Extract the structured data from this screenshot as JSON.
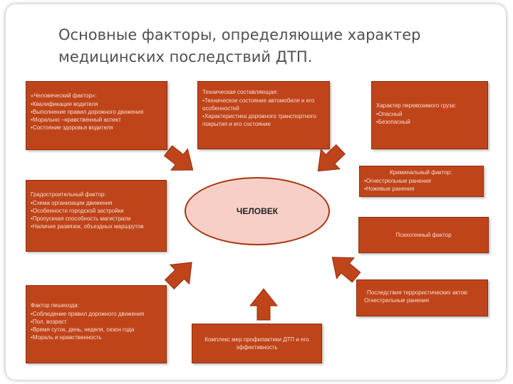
{
  "title": "Основные факторы, определяющие характер медицинских последствий ДТП.",
  "center": "ЧЕЛОВЕК",
  "boxes": {
    "human": {
      "header": "«Человеческий фактор»:",
      "items": [
        "Квалификация водителя",
        "Выполнение правил дорожного движения",
        "Морально –нравственный аспект",
        "Состояние здоровья водителя"
      ]
    },
    "technical": {
      "header": "Техническая составляющая:",
      "items": [
        "Техническое состояние автомобиля и его особенностей",
        "Характеристика дорожного транспортного покрытия и его состояние"
      ]
    },
    "cargo": {
      "header": "Характер перевозимого груза:",
      "items": [
        "Опасный",
        "Безопасный"
      ]
    },
    "criminal": {
      "header": "Криминальный фактор:",
      "items": [
        "Огнестрельные ранения",
        "Ножевые ранения"
      ]
    },
    "urban": {
      "header": "Градостроительный фактор:",
      "items": [
        "Схема организации движения",
        "Особенности городской застройки",
        "Пропускная способность магистрали",
        "Наличие развязок, объездных маршрутов"
      ]
    },
    "psycho": {
      "header": "Психогенный фактор"
    },
    "terror": {
      "header": "Последствия террористических актов:",
      "line2": "Огнестрельные ранения"
    },
    "pedestrian": {
      "header": "Фактор пешехода:",
      "items": [
        "Соблюдение правил дорожного движения",
        "Пол, возраст",
        "Время суток, день, неделя, сезон года",
        "Мораль и нравственность"
      ]
    },
    "complex": {
      "header": "Комплекс мер профилактики ДТП и его эффективность"
    }
  },
  "colors": {
    "box_fill": "#c0441a",
    "box_text": "#f6ddd2",
    "ellipse_fill": "#f7cfc6",
    "ellipse_border": "#a73510",
    "title_text": "#505050"
  }
}
